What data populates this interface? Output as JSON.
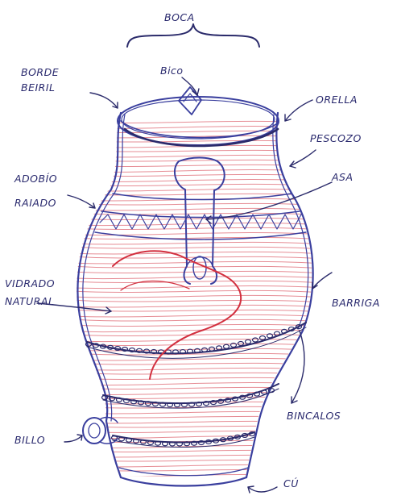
{
  "labels": {
    "boca": "BOCA",
    "bico": "Bico",
    "borde": "BORDE",
    "beiril": "BEIRIL",
    "orella": "ORELLA",
    "pescozo": "PESCOZO",
    "adobio": "ADOBÍO",
    "raiado": "RAIADO",
    "asa": "ASA",
    "vidrado": "VIDRADO",
    "natural": "NATURAL",
    "barriga": "BARRIGA",
    "bincalos": "BINCALOS",
    "billo": "BILLO",
    "cu": "CÚ"
  },
  "colors": {
    "ink_blue": "#3a3f9e",
    "ink_dark": "#2b2b6b",
    "ink_red": "#d2303f",
    "label": "#2a2a6e"
  }
}
